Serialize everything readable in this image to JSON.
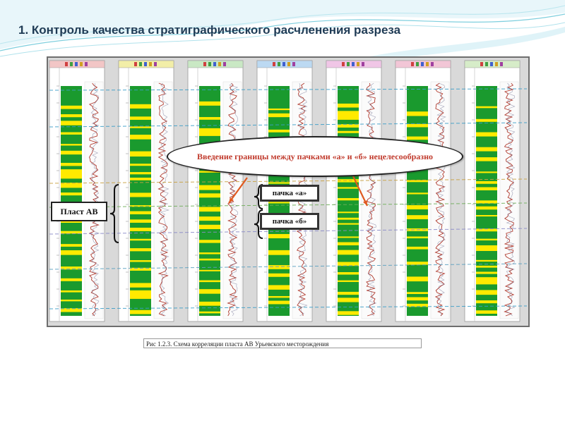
{
  "slide": {
    "title": "1. Контроль качества стратиграфического расчленения разреза"
  },
  "figure": {
    "callout_text": "Введение границы между пачками «а» и «б» нецелесообразно",
    "plast_label": "Пласт АВ",
    "pack_a_label": "пачка «а»",
    "pack_b_label": "пачка «б»",
    "caption": "Рис 1.2.3. Схема корреляции пласта АВ Урьевского месторождения",
    "colors": {
      "sand": "#ffea00",
      "clay": "#1a9a2e",
      "curve": "#b03a2e",
      "corr_line": "#3c9ec8",
      "arrow": "#e05a20",
      "wave": "#5fc3d6"
    }
  }
}
